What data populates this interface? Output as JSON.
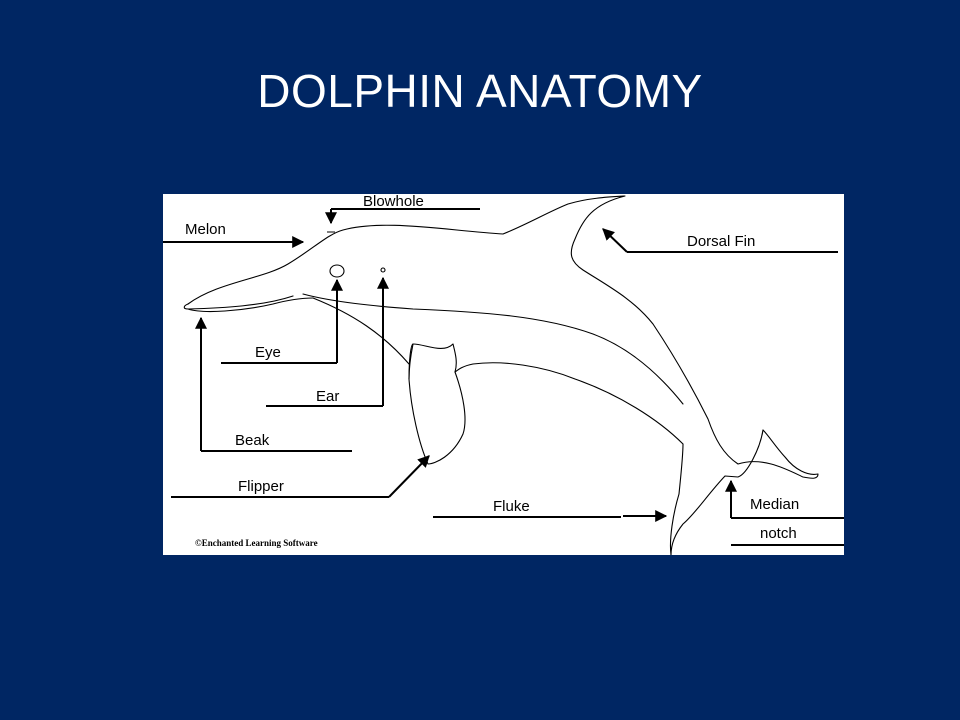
{
  "slide": {
    "title": "DOLPHIN ANATOMY"
  },
  "diagram": {
    "labels": {
      "blowhole": "Blowhole",
      "melon": "Melon",
      "dorsal_fin": "Dorsal Fin",
      "eye": "Eye",
      "ear": "Ear",
      "beak": "Beak",
      "flipper": "Flipper",
      "fluke": "Fluke",
      "median": "Median",
      "notch": "notch"
    },
    "copyright": "©Enchanted Learning Software"
  }
}
